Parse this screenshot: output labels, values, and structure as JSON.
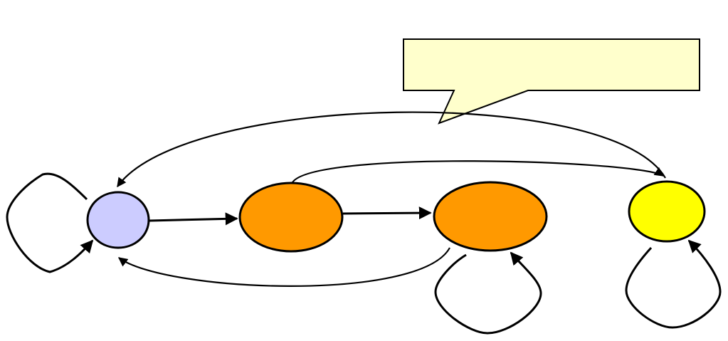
{
  "diagram": {
    "type": "state-machine",
    "nodes": [
      {
        "id": "state-1",
        "color": "#ccccff",
        "has_self_loop": true
      },
      {
        "id": "state-2",
        "color": "#ff9900",
        "has_self_loop": false
      },
      {
        "id": "state-3",
        "color": "#ff9900",
        "has_self_loop": true
      },
      {
        "id": "state-4",
        "color": "#ffff00",
        "has_self_loop": true
      }
    ],
    "edges": [
      {
        "from": "state-1",
        "to": "state-2"
      },
      {
        "from": "state-2",
        "to": "state-3"
      },
      {
        "from": "state-2",
        "to": "state-4"
      },
      {
        "from": "state-3",
        "to": "state-1"
      },
      {
        "from": "state-4",
        "to": "state-1"
      },
      {
        "from": "state-1",
        "to": "state-1"
      },
      {
        "from": "state-3",
        "to": "state-3"
      },
      {
        "from": "state-4",
        "to": "state-4"
      }
    ],
    "callout": {
      "text": "",
      "color": "#ffffcc"
    }
  }
}
